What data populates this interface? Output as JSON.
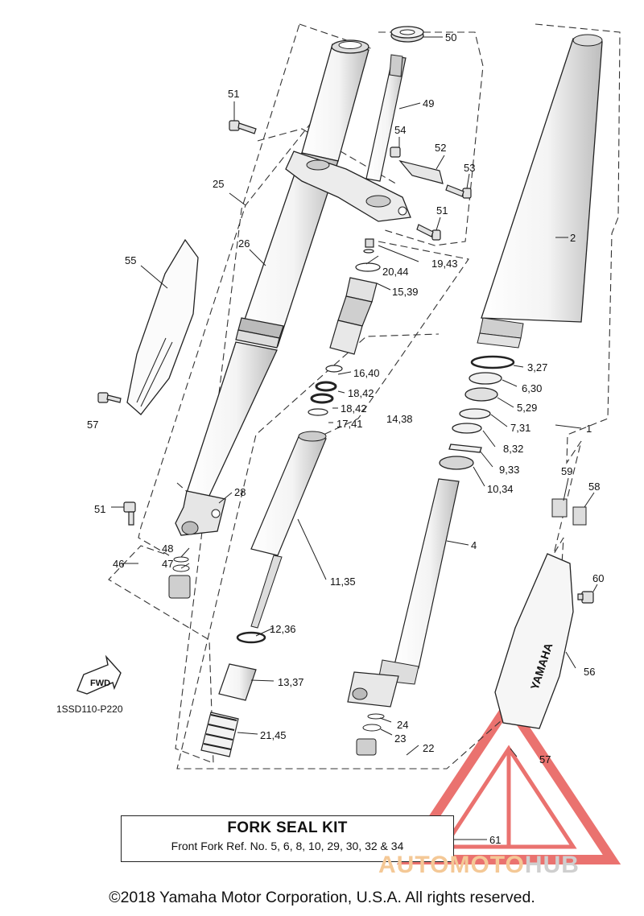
{
  "callouts": [
    "50",
    "49",
    "51",
    "54",
    "52",
    "53",
    "51",
    "25",
    "26",
    "2",
    "55",
    "19,43",
    "20,44",
    "15,39",
    "3,27",
    "16,40",
    "6,30",
    "18,42",
    "5,29",
    "18,42",
    "14,38",
    "7,31",
    "57",
    "17,41",
    "1",
    "8,32",
    "9,33",
    "10,34",
    "59",
    "58",
    "28",
    "51",
    "4",
    "48",
    "47",
    "46",
    "60",
    "11,35",
    "12,36",
    "56",
    "13,37",
    "24",
    "23",
    "22",
    "21,45",
    "57",
    "61"
  ],
  "reference_code": "1SSD110-P220",
  "fwd_label": "FWD",
  "brand_decal": "YAMAHA",
  "kit": {
    "title": "FORK SEAL KIT",
    "description": "Front Fork Ref. No. 5, 6, 8, 10, 29, 30, 32 & 34"
  },
  "watermark": {
    "part1": "AUTOMOTO",
    "part2": "HUB"
  },
  "copyright": "©2018 Yamaha Motor Corporation, U.S.A. All rights reserved.",
  "colors": {
    "line": "#222222",
    "watermark_red": "#e4433f",
    "watermark_orange": "#f4c896",
    "watermark_grey": "#cfcfcf"
  }
}
